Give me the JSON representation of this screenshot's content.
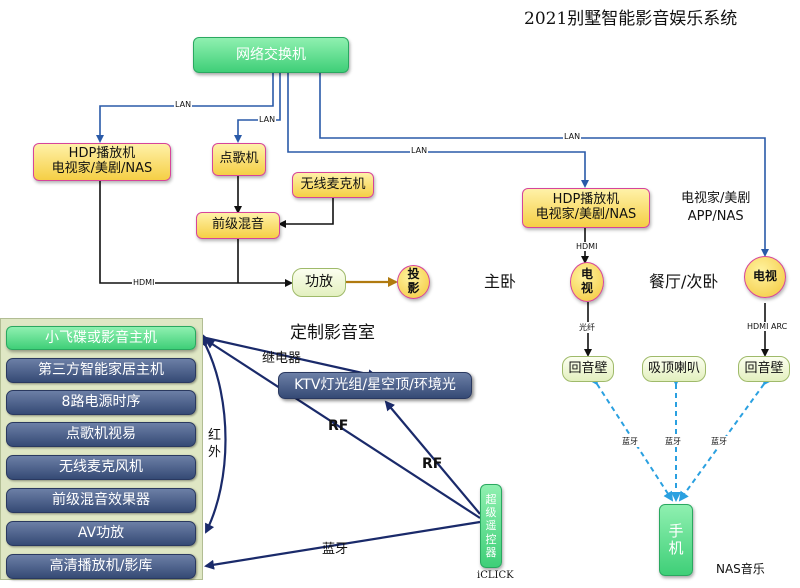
{
  "title": "2021别墅智能影音娱乐系统",
  "nodes": {
    "switch": "网络交换机",
    "hdp_left": "HDP播放机\n电视家/美剧/NAS",
    "karaoke": "点歌机",
    "wireless_mic": "无线麦克机",
    "premix": "前级混音",
    "amp": "功放",
    "projector": "投\n影",
    "hdp_right": "HDP播放机\n电视家/美剧/NAS",
    "tv_master": "电\n视",
    "tv_dining": "电视",
    "soundbar_master": "回音壁",
    "ceiling_speaker": "吸顶喇叭",
    "soundbar_dining": "回音壁",
    "phone": "手\n机",
    "remote": "超\n级\n遥\n控\n器",
    "ktv": "KTV灯光组/星空顶/环境光"
  },
  "labels": {
    "lan1": "LAN",
    "lan2": "LAN",
    "lan3": "LAN",
    "lan4": "LAN",
    "hdmi_left": "HDMI",
    "hdmi_right": "HDMI",
    "fiber": "光纤",
    "hdmi_arc": "HDMI ARC",
    "bt1": "蓝牙",
    "bt2": "蓝牙",
    "bt3": "蓝牙",
    "dining_apps": "电视家/美剧\nAPP/NAS",
    "master_bedroom": "主卧",
    "dining_room": "餐厅/次卧",
    "custom_theater": "定制影音室",
    "relay": "继电器",
    "infrared": "红\n外",
    "rf1": "RF",
    "rf2": "RF",
    "bt_remote": "蓝牙",
    "iclick": "iCLICK",
    "nas_music": "NAS音乐"
  },
  "panel_items": [
    "小飞碟或影音主机",
    "第三方智能家居主机",
    "8路电源时序",
    "点歌机视易",
    "无线麦克风机",
    "前级混音效果器",
    "AV功放",
    "高清播放机/影库"
  ],
  "colors": {
    "connector": "#2a5aa8",
    "lan_line": "#2a5aa8",
    "black_line": "#111111",
    "amp_to_projector": "#b07a10",
    "bluetooth_dashed": "#2aa0e0",
    "dark_navy": "#1a2a6a"
  }
}
